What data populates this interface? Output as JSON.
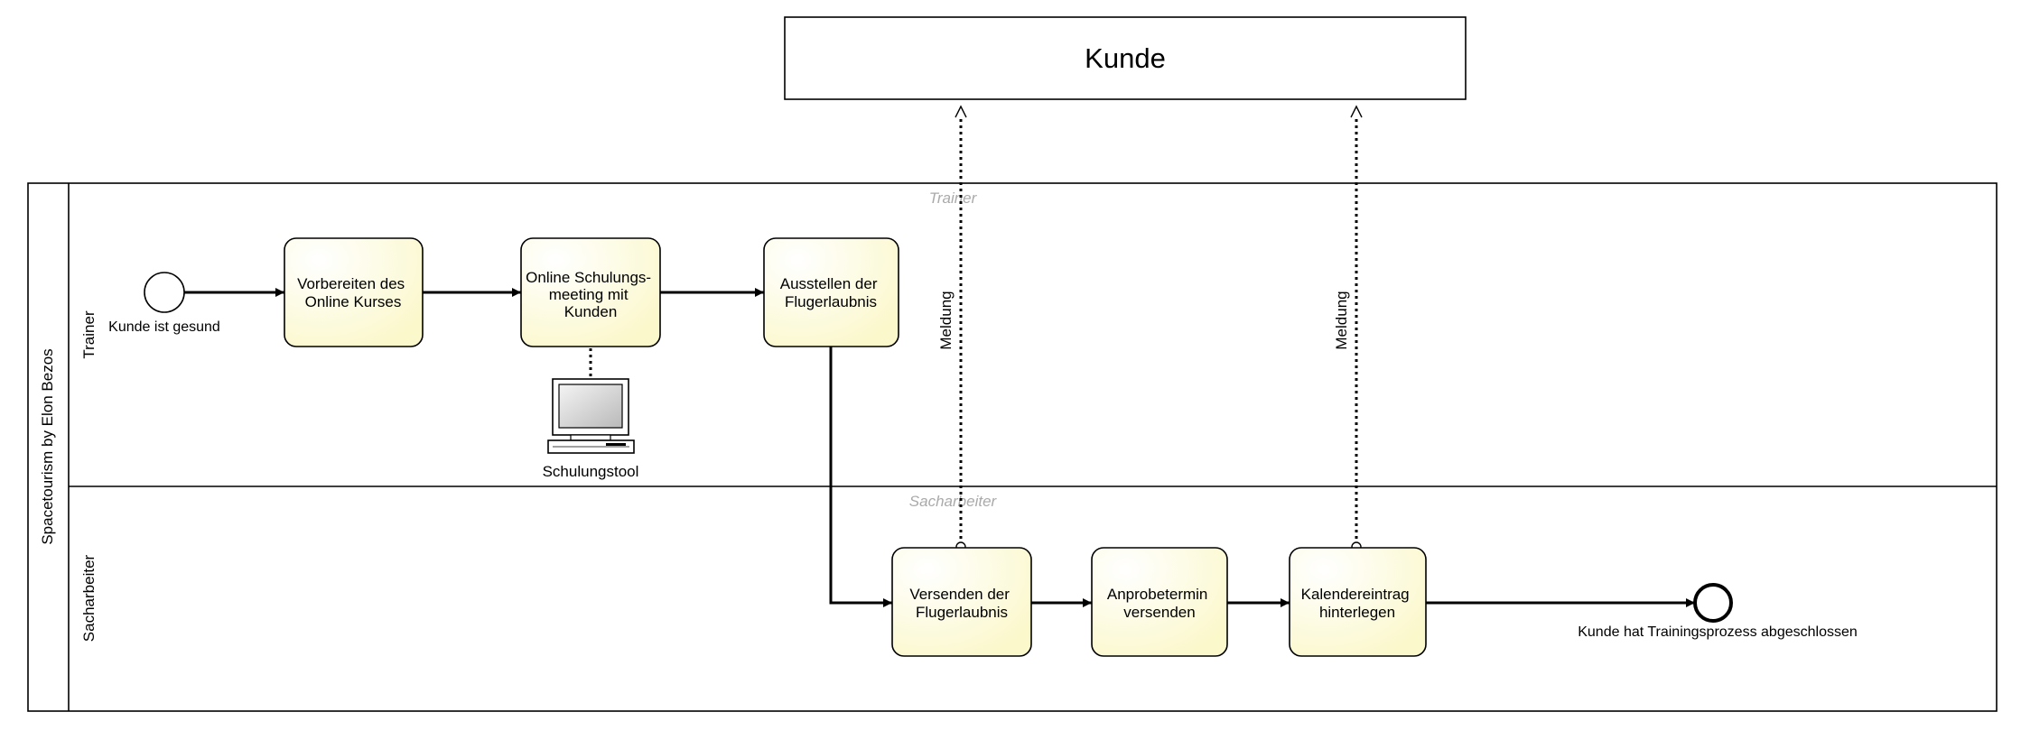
{
  "pool": {
    "name": "Spacetourism by Elon Bezos",
    "lanes": [
      {
        "name": "Trainer",
        "watermark": "Trainer"
      },
      {
        "name": "Sacharbeiter",
        "watermark": "Sacharbeiter"
      }
    ]
  },
  "external_participant": "Kunde",
  "start_event": {
    "label": "Kunde ist gesund"
  },
  "end_event": {
    "label": "Kunde hat Trainingsprozess abgeschlossen"
  },
  "tasks": [
    {
      "lines": [
        "Vorbereiten des",
        "Online Kurses"
      ]
    },
    {
      "lines": [
        "Online Schulungs-",
        "meeting mit",
        "Kunden"
      ]
    },
    {
      "lines": [
        "Ausstellen der",
        "Flugerlaubnis"
      ]
    },
    {
      "lines": [
        "Versenden der",
        "Flugerlaubnis"
      ]
    },
    {
      "lines": [
        "Anprobetermin",
        "versenden"
      ]
    },
    {
      "lines": [
        "Kalendereintrag",
        "hinterlegen"
      ]
    }
  ],
  "artifact": {
    "label": "Schulungstool",
    "icon": "computer-icon"
  },
  "message_flows": [
    {
      "label": "Meldung"
    },
    {
      "label": "Meldung"
    }
  ],
  "colors": {
    "task_fill_light": "#ffffff",
    "task_fill_dark": "#fbf8cc",
    "stroke": "#000000",
    "watermark": "#aaaaaa"
  }
}
